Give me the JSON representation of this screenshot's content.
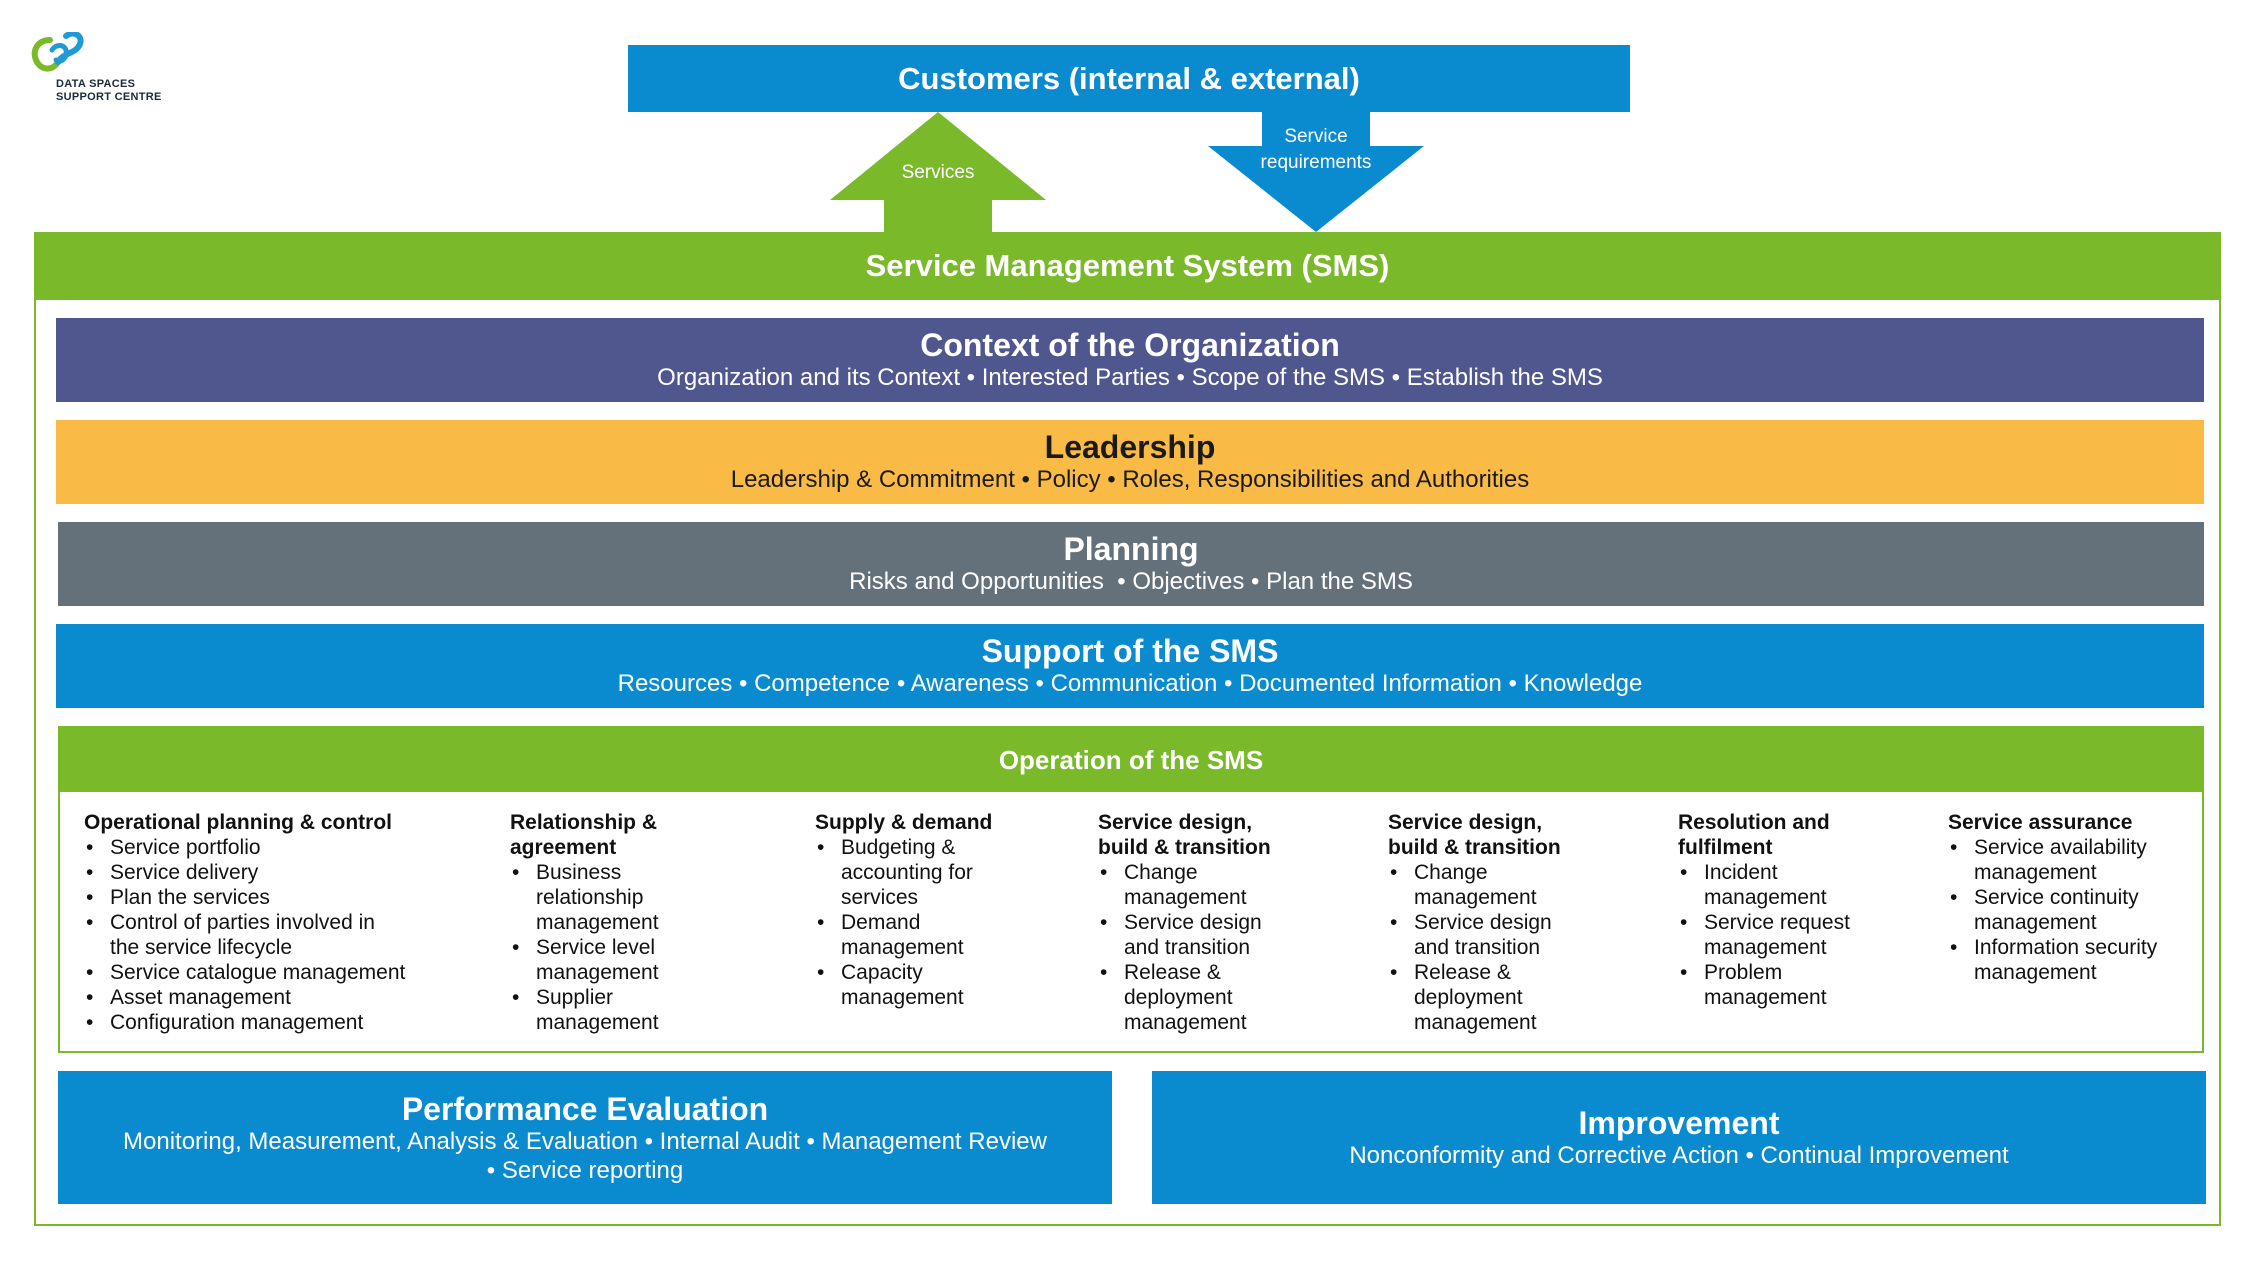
{
  "logo": {
    "line1": "DATA SPACES",
    "line2": "SUPPORT CENTRE",
    "colors": [
      "#1f9ad6",
      "#7ab929"
    ]
  },
  "customers": {
    "title": "Customers (internal & external)"
  },
  "arrows": {
    "services": "Services",
    "requirements_line1": "Service",
    "requirements_line2": "requirements"
  },
  "sms": {
    "title": "Service Management System (SMS)"
  },
  "context": {
    "title": "Context of the Organization",
    "items": "Organization and its Context • Interested Parties • Scope of the SMS • Establish the SMS"
  },
  "leadership": {
    "title": "Leadership",
    "items": "Leadership & Commitment • Policy • Roles, Responsibilities and Authorities"
  },
  "planning": {
    "title": "Planning",
    "items": "Risks and Opportunities  • Objectives • Plan the SMS"
  },
  "support": {
    "title": "Support of the SMS",
    "items": "Resources • Competence • Awareness • Communication • Documented Information • Knowledge"
  },
  "operation": {
    "title": "Operation of the SMS",
    "columns": [
      {
        "title": [
          "Operational planning & control"
        ],
        "items": [
          [
            "Service portfolio"
          ],
          [
            "Service delivery"
          ],
          [
            "Plan the services"
          ],
          [
            "Control of parties involved in",
            "the service lifecycle"
          ],
          [
            "Service catalogue management"
          ],
          [
            "Asset management"
          ],
          [
            "Configuration management"
          ]
        ]
      },
      {
        "title": [
          "Relationship &",
          "agreement"
        ],
        "items": [
          [
            "Business",
            "relationship",
            "management"
          ],
          [
            "Service level",
            "management"
          ],
          [
            "Supplier",
            "management"
          ]
        ]
      },
      {
        "title": [
          "Supply & demand"
        ],
        "items": [
          [
            "Budgeting &",
            "accounting for",
            "services"
          ],
          [
            "Demand",
            "management"
          ],
          [
            "Capacity",
            "management"
          ]
        ]
      },
      {
        "title": [
          "Service design,",
          "build & transition"
        ],
        "items": [
          [
            "Change",
            "management"
          ],
          [
            "Service design",
            "and transition"
          ],
          [
            "Release &",
            "deployment",
            "management"
          ]
        ]
      },
      {
        "title": [
          "Service design,",
          "build & transition"
        ],
        "items": [
          [
            "Change",
            "management"
          ],
          [
            "Service design",
            "and transition"
          ],
          [
            "Release &",
            "deployment",
            "management"
          ]
        ]
      },
      {
        "title": [
          "Resolution and",
          "fulfilment"
        ],
        "items": [
          [
            "Incident",
            "management"
          ],
          [
            "Service request",
            "management"
          ],
          [
            "Problem",
            "management"
          ]
        ]
      },
      {
        "title": [
          "Service assurance"
        ],
        "items": [
          [
            "Service availability",
            "management"
          ],
          [
            "Service continuity",
            "management"
          ],
          [
            "Information security",
            "management"
          ]
        ]
      }
    ]
  },
  "performance": {
    "title": "Performance Evaluation",
    "line1": "Monitoring, Measurement, Analysis & Evaluation • Internal Audit • Management Review",
    "line2": "• Service reporting"
  },
  "improvement": {
    "title": "Improvement",
    "items": "Nonconformity and Corrective Action • Continual Improvement"
  }
}
